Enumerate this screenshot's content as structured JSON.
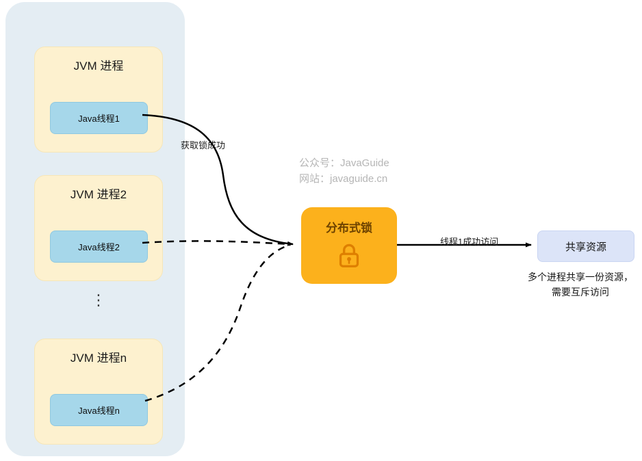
{
  "container": {
    "processes": [
      {
        "title": "JVM 进程",
        "thread": "Java线程1"
      },
      {
        "title": "JVM 进程2",
        "thread": "Java线程2"
      },
      {
        "title": "JVM 进程n",
        "thread": "Java线程n"
      }
    ],
    "ellipsis": "⋮"
  },
  "lock": {
    "label": "分布式锁"
  },
  "resource": {
    "label": "共享资源",
    "note_line1": "多个进程共享一份资源，",
    "note_line2": "需要互斥访问"
  },
  "edges": {
    "acquire_label": "获取锁成功",
    "access_label": "线程1成功访问"
  },
  "watermark": {
    "line1": "公众号：JavaGuide",
    "line2": "网站：javaguide.cn"
  },
  "colors": {
    "container_bg": "#e4edf3",
    "process_bg": "#fdf1cf",
    "thread_bg": "#a6d7ea",
    "lock_bg": "#fcb11c",
    "resource_bg": "#dce4f8",
    "watermark_text": "#b5b5b5"
  }
}
